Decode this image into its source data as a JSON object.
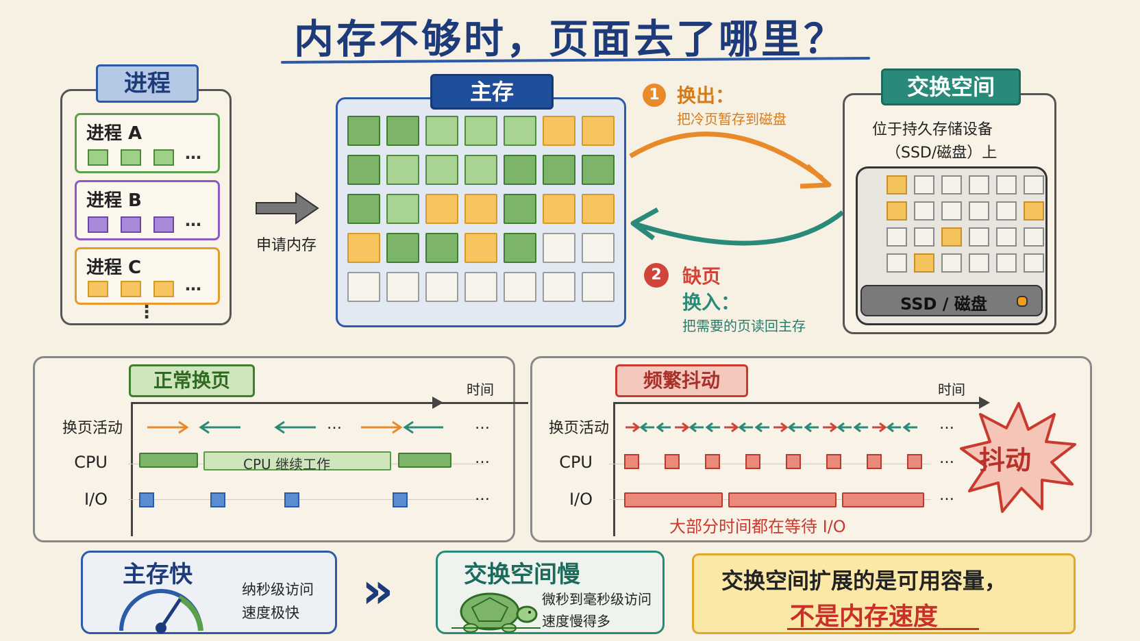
{
  "title": "内存不够时，页面去了哪里？",
  "process_panel": {
    "label": "进程",
    "processes": [
      {
        "name": "进程 A",
        "color": "#5aa04a"
      },
      {
        "name": "进程 B",
        "color": "#8b5bc4"
      },
      {
        "name": "进程 C",
        "color": "#e79a2c"
      }
    ],
    "ellipsis": "…",
    "vertical_ellipsis": "⋮"
  },
  "request_label": "申请内存",
  "memory": {
    "label": "主存",
    "grid": [
      [
        "g",
        "g",
        "lg",
        "lg",
        "lg",
        "o",
        "o"
      ],
      [
        "g",
        "lg",
        "lg",
        "lg",
        "g",
        "g",
        "g"
      ],
      [
        "g",
        "lg",
        "o",
        "o",
        "g",
        "o",
        "o"
      ],
      [
        "o",
        "g",
        "g",
        "o",
        "g",
        "e",
        "e"
      ],
      [
        "e",
        "e",
        "e",
        "e",
        "e",
        "e",
        "e"
      ]
    ]
  },
  "swap_out": {
    "num": "1",
    "title": "换出：",
    "desc": "把冷页暂存到磁盘"
  },
  "swap_in": {
    "num": "2",
    "title1": "缺页",
    "title2": "换入：",
    "desc": "把需要的页读回主存"
  },
  "swap_space": {
    "label": "交换空间",
    "desc1": "位于持久存储设备",
    "desc2": "（SSD/磁盘）上",
    "disk_label": "SSD / 磁盘",
    "grid": [
      [
        1,
        0,
        0,
        0,
        0,
        0
      ],
      [
        1,
        0,
        0,
        0,
        0,
        1
      ],
      [
        0,
        0,
        1,
        0,
        0,
        0
      ],
      [
        0,
        1,
        0,
        0,
        0,
        0
      ]
    ]
  },
  "normal": {
    "label": "正常换页",
    "time": "时间",
    "rows": [
      "换页活动",
      "CPU",
      "I/O"
    ],
    "cpu_text": "CPU 继续工作",
    "dots": "…"
  },
  "thrash": {
    "label": "频繁抖动",
    "time": "时间",
    "rows": [
      "换页活动",
      "CPU",
      "I/O"
    ],
    "caption": "大部分时间都在等待 I/O",
    "burst": "抖动",
    "dots": "…"
  },
  "fast": {
    "label": "主存快",
    "line1": "纳秒级访问",
    "line2": "速度极快"
  },
  "compare": "»",
  "slow": {
    "label": "交换空间慢",
    "line1": "微秒到毫秒级访问",
    "line2": "速度慢得多"
  },
  "conclusion": {
    "line1": "交换空间扩展的是可用容量，",
    "line2": "不是内存速度"
  },
  "colors": {
    "green": "#5aa04a",
    "purple": "#8b5bc4",
    "orange": "#e79a2c",
    "teal": "#2a8a7a",
    "red": "#d0443a",
    "blue": "#2d5aa8"
  }
}
